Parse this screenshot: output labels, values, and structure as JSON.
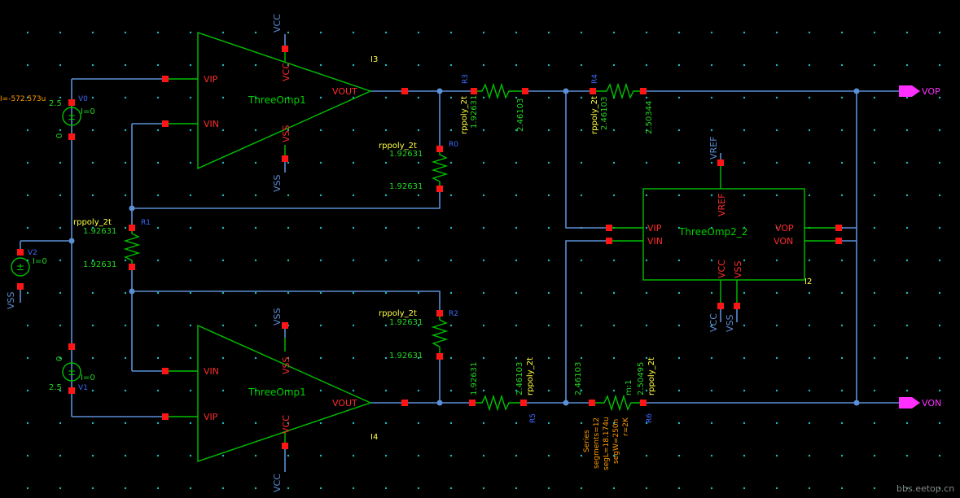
{
  "colors": {
    "background": "#000000",
    "wire": "#5b8fd6",
    "component": "#00c000",
    "pin": "#ff1515",
    "value_text": "#24d424",
    "model_text": "#ffff40",
    "ref_text": "#3c6bff",
    "port": "#ff30ff"
  },
  "amplifiers": {
    "top": {
      "cell": "ThreeOmp1",
      "inst": "I3",
      "vip": "VIP",
      "vin": "VIN",
      "vout": "VOUT",
      "vcc": "VCC",
      "vss": "VSS",
      "sup_top": "VCC",
      "sup_bot": "VSS"
    },
    "bottom": {
      "cell": "ThreeOmp1",
      "inst": "I4",
      "vip": "VIP",
      "vin": "VIN",
      "vout": "VOUT",
      "vcc": "VCC",
      "vss": "VSS",
      "sup_top": "VSS",
      "sup_bot": "VCC"
    },
    "right": {
      "cell": "ThreeOmp2_2",
      "inst": "I2",
      "vip": "VIP",
      "vin": "VIN",
      "vop": "VOP",
      "von": "VON",
      "vref": "VREF",
      "vcc": "VCC",
      "vss": "VSS",
      "sup_vref": "VREF",
      "sup_vcc": "VCC",
      "sup_vss": "VSS"
    }
  },
  "resistors": {
    "r0": {
      "ref": "R0",
      "model": "rppoly_2t",
      "v1": "1.92631",
      "v2": "1.92631"
    },
    "r1": {
      "ref": "R1",
      "model": "rppoly_2t",
      "v1": "1.92631",
      "v2": "1.92631"
    },
    "r2": {
      "ref": "R2",
      "model": "rppoly_2t",
      "v1": "1.92631",
      "v2": "1.92631"
    },
    "r3": {
      "ref": "R3",
      "model": "rppoly_2t",
      "v1": "1.92631",
      "v2": "2.46103"
    },
    "r4": {
      "ref": "R4",
      "model": "rppoly_2t",
      "v1": "2.46103",
      "v2": "2.50344"
    },
    "r5": {
      "ref": "R5",
      "model": "rppoly_2t",
      "v1": "1.92631",
      "v2": "2.46103"
    },
    "r6": {
      "ref": "R6",
      "model": "rppoly_2t",
      "v1": "2.46103",
      "v2": "2.50495",
      "m": "m:1",
      "params": [
        "Series",
        "segments=12",
        "segL=18.174u",
        "segW=250n",
        "r=2K"
      ]
    }
  },
  "sources": {
    "v0": {
      "ref": "V0",
      "value": "2.5",
      "current": "I=0",
      "node": "0",
      "left_value": "I=-572.573u"
    },
    "v1": {
      "ref": "V1",
      "value": "2.5",
      "current": "I=0",
      "node": "0"
    },
    "v2": {
      "ref": "V2",
      "current": "I=0",
      "net": "VSS"
    }
  },
  "ports": {
    "vop": "VOP",
    "von": "VON"
  },
  "watermark": "bbs.eetop.cn"
}
